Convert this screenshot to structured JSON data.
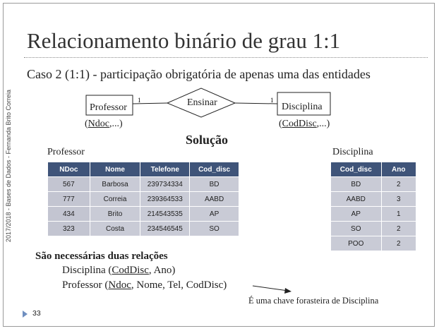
{
  "slide": {
    "title": "Relacionamento binário de grau 1:1",
    "subtitle": "Caso 2 (1:1) - participação obrigatória de apenas uma das entidades",
    "side_text": "2017/2018 - Bases de Dados - Fernanda Brito Correia",
    "page_number": "33"
  },
  "er": {
    "entity1": "Professor",
    "relationship": "Ensinar",
    "entity2": "Disciplina",
    "card1": "1",
    "card2": "1",
    "attr1_open": "(",
    "attr1_key": "Ndoc",
    "attr1_rest": ",...)",
    "attr2_open": "(",
    "attr2_key": "CodDisc",
    "attr2_rest": ",...)"
  },
  "solution_label": "Solução",
  "professor_table": {
    "caption": "Professor",
    "headers": [
      "NDoc",
      "Nome",
      "Telefone",
      "Cod_disc"
    ],
    "rows": [
      [
        "567",
        "Barbosa",
        "239734334",
        "BD"
      ],
      [
        "777",
        "Correia",
        "239364533",
        "AABD"
      ],
      [
        "434",
        "Brito",
        "214543535",
        "AP"
      ],
      [
        "323",
        "Costa",
        "234546545",
        "SO"
      ]
    ]
  },
  "disciplina_table": {
    "caption": "Disciplina",
    "headers": [
      "Cod_disc",
      "Ano"
    ],
    "rows": [
      [
        "BD",
        "2"
      ],
      [
        "AABD",
        "3"
      ],
      [
        "AP",
        "1"
      ],
      [
        "SO",
        "2"
      ],
      [
        "POO",
        "2"
      ]
    ]
  },
  "notes": {
    "heading": "São necessárias duas relações",
    "line1_prefix": "Disciplina (",
    "line1_key": "CodDisc",
    "line1_rest": ", Ano)",
    "line2_prefix": "Professor (",
    "line2_key": "Ndoc",
    "line2_rest": ", Nome, Tel, CodDisc)",
    "fk_note": "É uma chave forasteira de Disciplina"
  }
}
